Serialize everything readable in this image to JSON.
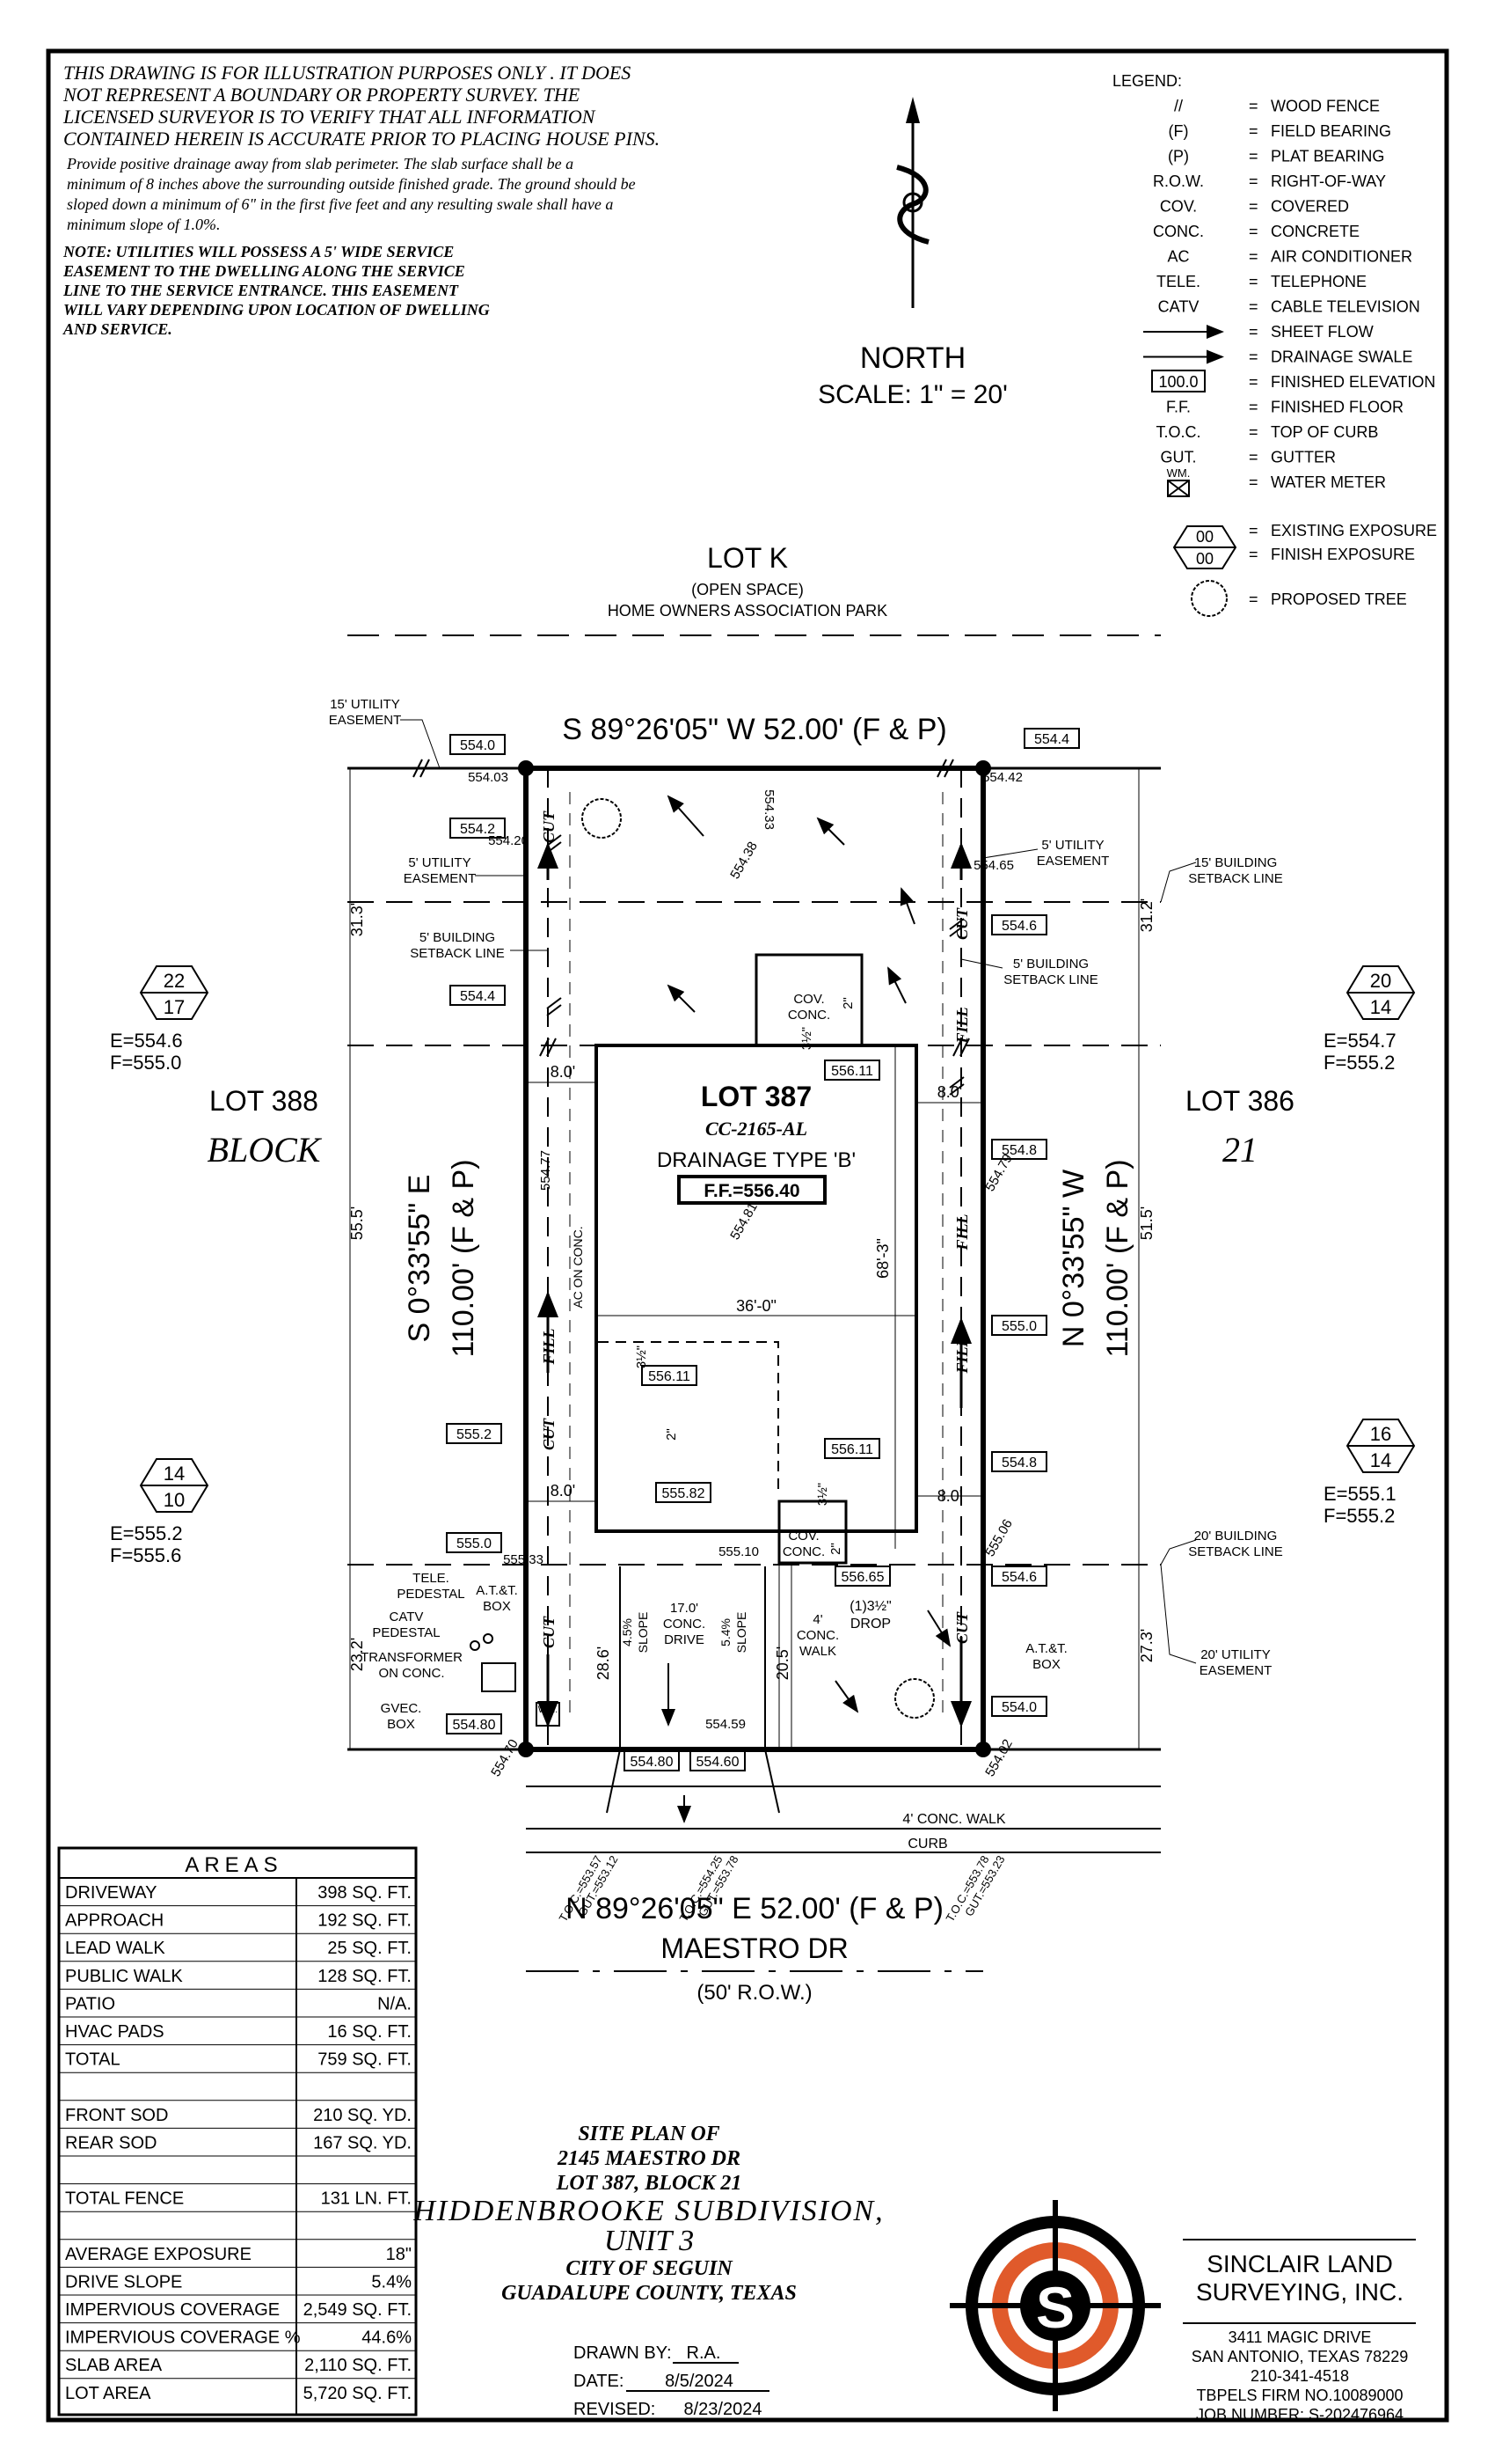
{
  "disclaimer": {
    "line1": "THIS DRAWING IS FOR ILLUSTRATION PURPOSES ONLY . IT DOES",
    "line2": "NOT REPRESENT A BOUNDARY OR PROPERTY SURVEY. THE",
    "line3": "LICENSED SURVEYOR IS TO VERIFY THAT ALL INFORMATION",
    "line4": "CONTAINED HEREIN IS ACCURATE PRIOR TO PLACING HOUSE PINS.",
    "drain1": "Provide positive drainage away from slab perimeter. The slab surface shall be a",
    "drain2": "minimum of 8 inches above the surrounding outside finished grade. The ground should be",
    "drain3": "sloped down a minimum of 6\" in the first five feet and any resulting swale shall have a",
    "drain4": "minimum slope of 1.0%.",
    "note1": "NOTE:  UTILITIES WILL POSSESS A 5' WIDE SERVICE",
    "note2": "EASEMENT TO THE DWELLING ALONG THE SERVICE",
    "note3": "LINE TO THE SERVICE ENTRANCE. THIS EASEMENT",
    "note4": "WILL VARY DEPENDING UPON LOCATION OF DWELLING",
    "note5": "AND SERVICE."
  },
  "north": {
    "label": "NORTH",
    "scale": "SCALE:  1\"  =  20'"
  },
  "legend": {
    "title": "LEGEND:",
    "items": [
      {
        "sym": "//",
        "desc": "WOOD FENCE"
      },
      {
        "sym": "(F)",
        "desc": "FIELD BEARING"
      },
      {
        "sym": "(P)",
        "desc": "PLAT BEARING"
      },
      {
        "sym": "R.O.W.",
        "desc": "RIGHT-OF-WAY"
      },
      {
        "sym": "COV.",
        "desc": "COVERED"
      },
      {
        "sym": "CONC.",
        "desc": "CONCRETE"
      },
      {
        "sym": "AC",
        "desc": "AIR CONDITIONER"
      },
      {
        "sym": "TELE.",
        "desc": "TELEPHONE"
      },
      {
        "sym": "CATV",
        "desc": "CABLE TELEVISION"
      },
      {
        "sym": "",
        "desc": "SHEET FLOW"
      },
      {
        "sym": "",
        "desc": "DRAINAGE SWALE"
      },
      {
        "sym": "100.0",
        "desc": "FINISHED ELEVATION"
      },
      {
        "sym": "F.F.",
        "desc": "FINISHED FLOOR"
      },
      {
        "sym": "T.O.C.",
        "desc": "TOP OF CURB"
      },
      {
        "sym": "GUT.",
        "desc": "GUTTER"
      },
      {
        "sym": "WM.",
        "desc": "WATER METER"
      }
    ],
    "exposure_sym": "00",
    "existing_exposure": "EXISTING EXPOSURE",
    "finish_exposure": "FINISH EXPOSURE",
    "proposed_tree": "PROPOSED TREE"
  },
  "plan": {
    "lot_k": "LOT K",
    "open_space": "(OPEN SPACE)",
    "hoa_park": "HOME OWNERS ASSOCIATION PARK",
    "north_bearing": "S 89°26'05\" W 52.00' (F & P)",
    "south_bearing": "N 89°26'05\" E 52.00' (F & P)",
    "west_bearing": "S 0°33'55\" E",
    "west_dist": "110.00' (F & P)",
    "east_bearing": "N 0°33'55\" W",
    "east_dist": "110.00' (F & P)",
    "lot": "LOT 387",
    "plan_code": "CC-2165-AL",
    "drainage": "DRAINAGE TYPE 'B'",
    "ff": "F.F.=556.40",
    "lot_388": "LOT 388",
    "block": "BLOCK",
    "lot_386": "LOT 386",
    "block_no": "21",
    "street": "MAESTRO DR",
    "row": "(50' R.O.W.)",
    "conc_walk": "4' CONC. WALK",
    "curb": "CURB",
    "util_15": "15' UTILITY",
    "easement": "EASEMENT",
    "util_5": "5' UTILITY",
    "bsl_5": "5' BUILDING",
    "setback": "SETBACK LINE",
    "bsl_15": "15' BUILDING",
    "bsl_20": "20' BUILDING",
    "util_20": "20' UTILITY",
    "cov": "COV.",
    "conc": "CONC.",
    "ac_on_conc": "AC ON CONC.",
    "drop_1": "(1)3½\"",
    "drop_2": "DROP",
    "walk_4": "4'",
    "walk_conc": "CONC.",
    "walk_word": "WALK",
    "drive_17": "17.0'",
    "drive_conc": "CONC.",
    "drive_word": "DRIVE",
    "slope_45": "4.5%",
    "slope_54": "5.4%",
    "slope_word": "SLOPE",
    "tele": "TELE.",
    "pedestal": "PEDESTAL",
    "catv": "CATV",
    "att": "A.T.&T.",
    "box": "BOX",
    "transformer": "TRANSFORMER",
    "on_conc": "ON CONC.",
    "gvec": "GVEC.",
    "wm": "WM.",
    "fill": "FILL",
    "cut": "CUT",
    "dim_8": "8.0'",
    "dim_36": "36'-0\"",
    "dim_683": "68'-3\"",
    "dim_2in": "2\"",
    "dim_312": "3½\"",
    "dim_313": "31.3'",
    "dim_312b": "31.2'",
    "dim_555": "55.5'",
    "dim_515": "51.5'",
    "dim_232": "23.2'",
    "dim_273": "27.3'",
    "dim_286": "28.6'",
    "dim_205": "20.5'",
    "el_boxes": [
      "554.0",
      "554.4",
      "554.2",
      "554.6",
      "554.4",
      "556.11",
      "554.8",
      "555.0",
      "555.2",
      "556.11",
      "556.11",
      "554.8",
      "555.82",
      "555.0",
      "556.65",
      "554.6",
      "554.80",
      "554.0",
      "554.80",
      "554.60"
    ],
    "el_texts": [
      "554.03",
      "554.42",
      "554.33",
      "554.38",
      "554.20",
      "554.65",
      "554.77",
      "554.79",
      "554.81",
      "555.33",
      "555.10",
      "555.06",
      "554.59",
      "554.70",
      "554.02"
    ],
    "toc": [
      "T.O.C.=553.57",
      "GUT.=553.12",
      "T.O.C.=554.25",
      "GUT.=553.78",
      "T.O.C.=553.78",
      "GUT.=553.23"
    ],
    "exp_388_top": "22",
    "exp_388_bot": "17",
    "exp_388_e": "E=554.6",
    "exp_388_f": "F=555.0",
    "exp_386_top": "20",
    "exp_386_bot": "14",
    "exp_386_e": "E=554.7",
    "exp_386_f": "F=555.2",
    "exp_sw_top": "14",
    "exp_sw_bot": "10",
    "exp_sw_e": "E=555.2",
    "exp_sw_f": "F=555.6",
    "exp_se_top": "16",
    "exp_se_bot": "14",
    "exp_se_e": "E=555.1",
    "exp_se_f": "F=555.2"
  },
  "areas": {
    "title": "AREAS",
    "rows": [
      {
        "label": "DRIVEWAY",
        "value": "398 SQ. FT."
      },
      {
        "label": "APPROACH",
        "value": "192 SQ. FT."
      },
      {
        "label": "LEAD WALK",
        "value": "25 SQ. FT."
      },
      {
        "label": "PUBLIC WALK",
        "value": "128 SQ. FT."
      },
      {
        "label": "PATIO",
        "value": "N/A."
      },
      {
        "label": "HVAC PADS",
        "value": "16 SQ. FT."
      },
      {
        "label": "TOTAL",
        "value": "759 SQ. FT."
      },
      {
        "label": "",
        "value": ""
      },
      {
        "label": "FRONT SOD",
        "value": "210 SQ. YD."
      },
      {
        "label": "REAR SOD",
        "value": "167 SQ. YD."
      },
      {
        "label": "",
        "value": ""
      },
      {
        "label": "TOTAL FENCE",
        "value": "131 LN. FT."
      },
      {
        "label": "",
        "value": ""
      },
      {
        "label": "AVERAGE EXPOSURE",
        "value": "18\""
      },
      {
        "label": "DRIVE SLOPE",
        "value": "5.4%"
      },
      {
        "label": "IMPERVIOUS COVERAGE",
        "value": "2,549 SQ. FT."
      },
      {
        "label": "IMPERVIOUS COVERAGE %",
        "value": "44.6%"
      },
      {
        "label": "SLAB AREA",
        "value": "2,110 SQ. FT."
      },
      {
        "label": "LOT AREA",
        "value": "5,720 SQ. FT."
      }
    ]
  },
  "title_block": {
    "line1": "SITE PLAN OF",
    "line2": "2145 MAESTRO DR",
    "line3": "LOT 387, BLOCK 21",
    "line4": "HIDDENBROOKE SUBDIVISION,",
    "line5": "UNIT 3",
    "line6": "CITY OF SEGUIN",
    "line7": "GUADALUPE COUNTY, TEXAS",
    "drawn_by_label": "DRAWN BY:",
    "drawn_by": "R.A.",
    "date_label": "DATE:",
    "date": "8/5/2024",
    "revised_label": "REVISED:",
    "revised": "8/23/2024"
  },
  "company": {
    "name1": "SINCLAIR LAND",
    "name2": "SURVEYING, INC.",
    "addr1": "3411 MAGIC DRIVE",
    "addr2": "SAN ANTONIO, TEXAS 78229",
    "phone": "210-341-4518",
    "firm": "TBPELS FIRM NO.10089000",
    "job": "JOB NUMBER: S-202476964",
    "logo_letter": "S",
    "accent": "#e05a2b"
  }
}
